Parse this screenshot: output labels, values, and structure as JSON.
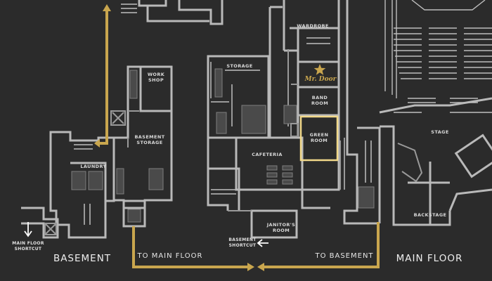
{
  "floors": {
    "basement": "BASEMENT",
    "main": "MAIN FLOOR"
  },
  "routes": {
    "to_main_floor": "TO MAIN FLOOR",
    "to_basement": "TO BASEMENT"
  },
  "rooms": {
    "work_shop": [
      "WORK",
      "SHOP"
    ],
    "basement_storage": [
      "BASEMENT",
      "STORAGE"
    ],
    "laundry": "LAUNDRY",
    "storage": "STORAGE",
    "wardrobe": "WARDROBE",
    "band_room": [
      "BAND",
      "ROOM"
    ],
    "green_room": [
      "GREEN",
      "ROOM"
    ],
    "cafeteria": "CAFETERIA",
    "janitors_room": [
      "JANITOR'S",
      "ROOM"
    ],
    "stage": "STAGE",
    "backstage": "BACKSTAGE"
  },
  "shortcuts": {
    "main_floor": [
      "MAIN FLOOR",
      "SHORTCUT"
    ],
    "basement": [
      "BASEMENT",
      "SHORTCUT"
    ]
  },
  "character": {
    "name": "Mr. Door"
  },
  "colors": {
    "background": "#2b2b2b",
    "walls": "#b9b9b9",
    "route": "#c9a64e",
    "highlight": "#f2d98a"
  },
  "icons": {
    "star": "star-icon",
    "arrow_down": "arrow-down-icon",
    "arrow_left": "arrow-left-icon"
  }
}
